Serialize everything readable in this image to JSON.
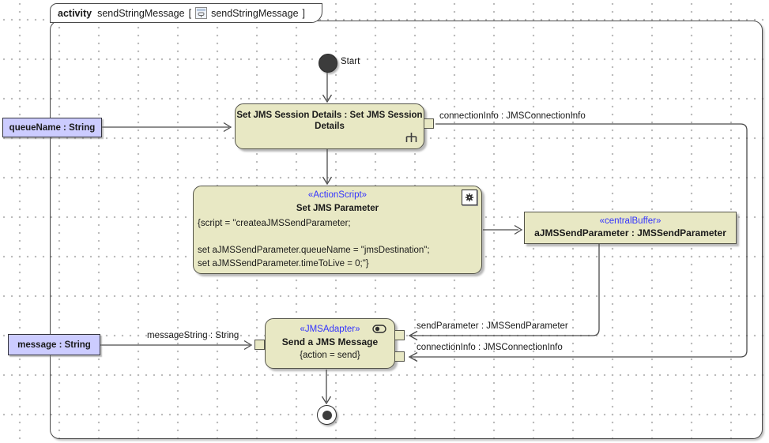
{
  "frame": {
    "keyword": "activity",
    "name": "sendStringMessage",
    "open": "[",
    "inner_name": "sendStringMessage",
    "close": "]"
  },
  "colors": {
    "node_fill": "#e8e8c4",
    "param_fill": "#ccccff",
    "stereotype_text": "#3333ff",
    "line": "#4a4a4a"
  },
  "nodes": {
    "start": {
      "label": "Start"
    },
    "set_session": {
      "name": "Set JMS Session Details : Set JMS Session Details"
    },
    "set_parameter": {
      "stereotype": "«ActionScript»",
      "name": "Set JMS Parameter",
      "script_lines": [
        "{script = \"createaJMSSendParameter;",
        "",
        "set aJMSSendParameter.queueName = \"jmsDestination\";",
        "set aJMSSendParameter.timeToLive = 0;\"}"
      ]
    },
    "central_buffer": {
      "stereotype": "«centralBuffer»",
      "name": "aJMSSendParameter : JMSSendParameter"
    },
    "send_message": {
      "stereotype": "«JMSAdapter»",
      "name": "Send a JMS Message",
      "constraint": "{action = send}"
    },
    "param_queue": {
      "label": "queueName : String"
    },
    "param_message": {
      "label": "message : String"
    }
  },
  "edge_labels": {
    "connection_top": "connectionInfo : JMSConnectionInfo",
    "send_parameter": "sendParameter : JMSSendParameter",
    "connection_bottom": "connectionInfo : JMSConnectionInfo",
    "message_string": "messageString : String"
  }
}
